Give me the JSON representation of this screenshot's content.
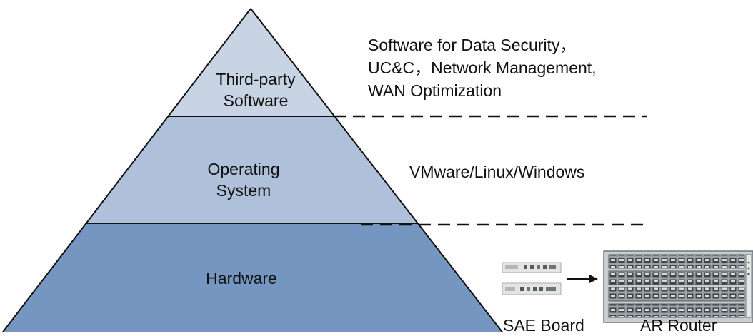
{
  "pyramid": {
    "tiers": [
      {
        "line1": "Third-party",
        "line2": "Software",
        "color": "#c8d3e4"
      },
      {
        "line1": "Operating",
        "line2": "System",
        "color": "#aec0da"
      },
      {
        "line1": "Hardware",
        "line2": "",
        "color": "#7596c1"
      }
    ],
    "outline_color": "#111111"
  },
  "descriptions": {
    "software_line1": "Software for Data Security，",
    "software_line2": "UC&C，Network Management,",
    "software_line3": "WAN Optimization",
    "os": "VMware/Linux/Windows"
  },
  "devices": {
    "sae_board_label": "SAE Board",
    "ar_router_label": "AR Router",
    "arrow_icon": "arrow-right-icon"
  }
}
